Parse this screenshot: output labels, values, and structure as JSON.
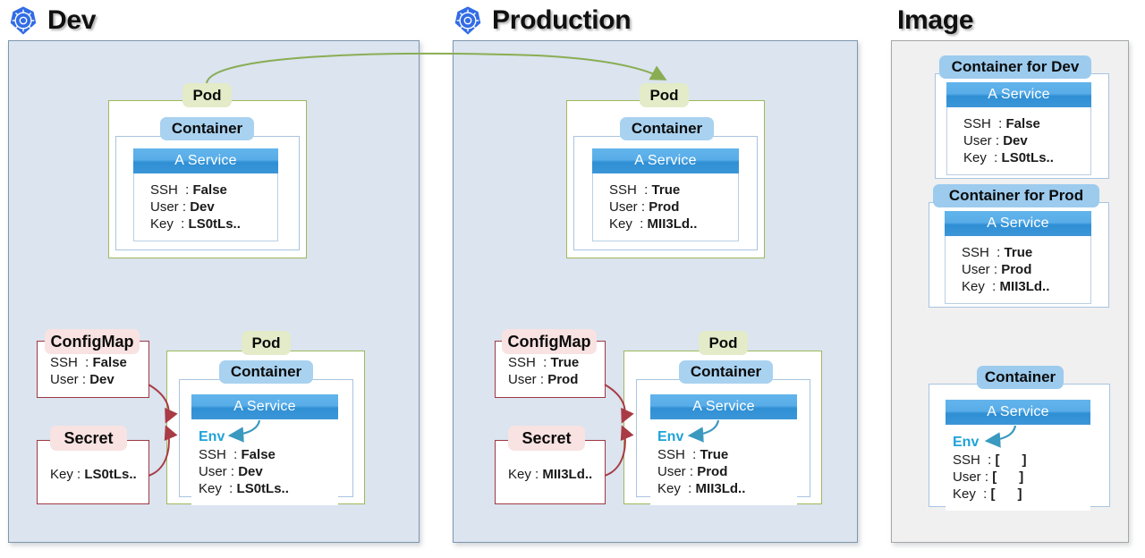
{
  "sections": {
    "dev": {
      "title": "Dev",
      "icon": "kubernetes-icon",
      "top_pod": {
        "pod_label": "Pod",
        "container_label": "Container",
        "service_title": "A Service",
        "rows": [
          {
            "key": "SSH  : ",
            "value": "False"
          },
          {
            "key": "User : ",
            "value": "Dev"
          },
          {
            "key": "Key  : ",
            "value": "LS0tLs.."
          }
        ]
      },
      "configmap": {
        "label": "ConfigMap",
        "rows": [
          {
            "key": "SSH  : ",
            "value": "False"
          },
          {
            "key": "User : ",
            "value": "Dev"
          }
        ]
      },
      "secret": {
        "label": "Secret",
        "rows": [
          {
            "key": "Key : ",
            "value": "LS0tLs.."
          }
        ]
      },
      "bottom_pod": {
        "pod_label": "Pod",
        "container_label": "Container",
        "service_title": "A Service",
        "env_label": "Env",
        "rows": [
          {
            "key": "SSH  : ",
            "value": "False"
          },
          {
            "key": "User : ",
            "value": "Dev"
          },
          {
            "key": "Key  : ",
            "value": "LS0tLs.."
          }
        ]
      }
    },
    "production": {
      "title": "Production",
      "icon": "kubernetes-icon",
      "top_pod": {
        "pod_label": "Pod",
        "container_label": "Container",
        "service_title": "A Service",
        "rows": [
          {
            "key": "SSH  : ",
            "value": "True"
          },
          {
            "key": "User : ",
            "value": "Prod"
          },
          {
            "key": "Key  : ",
            "value": "MII3Ld.."
          }
        ]
      },
      "configmap": {
        "label": "ConfigMap",
        "rows": [
          {
            "key": "SSH  : ",
            "value": "True"
          },
          {
            "key": "User : ",
            "value": "Prod"
          }
        ]
      },
      "secret": {
        "label": "Secret",
        "rows": [
          {
            "key": "Key : ",
            "value": "MII3Ld.."
          }
        ]
      },
      "bottom_pod": {
        "pod_label": "Pod",
        "container_label": "Container",
        "service_title": "A Service",
        "env_label": "Env",
        "rows": [
          {
            "key": "SSH  : ",
            "value": "True"
          },
          {
            "key": "User : ",
            "value": "Prod"
          },
          {
            "key": "Key  : ",
            "value": "MII3Ld.."
          }
        ]
      }
    },
    "image": {
      "title": "Image",
      "container_dev": {
        "label": "Container for Dev",
        "service_title": "A Service",
        "rows": [
          {
            "key": "SSH  : ",
            "value": "False"
          },
          {
            "key": "User : ",
            "value": "Dev"
          },
          {
            "key": "Key  : ",
            "value": "LS0tLs.."
          }
        ]
      },
      "container_prod": {
        "label": "Container for Prod",
        "service_title": "A Service",
        "rows": [
          {
            "key": "SSH  : ",
            "value": "True"
          },
          {
            "key": "User : ",
            "value": "Prod"
          },
          {
            "key": "Key  : ",
            "value": "MII3Ld.."
          }
        ]
      },
      "container_template": {
        "label": "Container",
        "service_title": "A Service",
        "env_label": "Env",
        "rows": [
          {
            "key": "SSH  : ",
            "value": "[      ]"
          },
          {
            "key": "User : ",
            "value": "[      ]"
          },
          {
            "key": "Key  : ",
            "value": "[      ]"
          }
        ]
      }
    }
  },
  "colors": {
    "panel_bg": "#dbe4ef",
    "panel_border": "#7f96ad",
    "image_panel_bg": "#f0f0f0",
    "pod_border": "#9fb85b",
    "pod_tag_bg": "#e3ebc8",
    "container_border": "#7fa8d4",
    "container_tag_bg": "#a9d2f0",
    "service_header": "#3c96d8",
    "configmap_tag_bg": "#f9e2e2",
    "configmap_border": "#9e3843",
    "env_text": "#1fa3d8",
    "promote_arrow": "#8aad53",
    "inject_arrow": "#a83b45",
    "env_arrow": "#3a99bf",
    "k8s_blue": "#326ce5"
  },
  "arrows": {
    "promote": "dev-pod-to-production-pod",
    "inject_configmap": "configmap-to-pod",
    "inject_secret": "secret-to-pod",
    "env_dev": "service-to-env",
    "env_prod": "service-to-env",
    "env_template": "service-to-env"
  }
}
